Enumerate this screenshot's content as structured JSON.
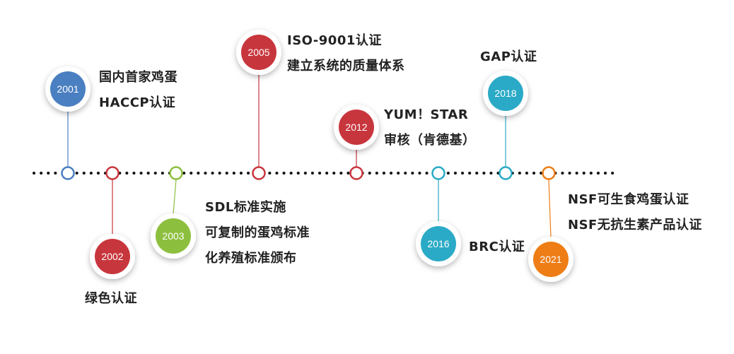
{
  "timeline": {
    "milestones": [
      {
        "year": "2001",
        "color": "#4A7FC1",
        "lines": [
          "国内首家鸡蛋",
          "HACCP认证"
        ]
      },
      {
        "year": "2002",
        "color": "#C8363D",
        "lines": [
          "绿色认证"
        ]
      },
      {
        "year": "2003",
        "color": "#8DBF3E",
        "lines": [
          "SDL标准实施",
          "可复制的蛋鸡标准",
          "化养殖标准颁布"
        ]
      },
      {
        "year": "2005",
        "color": "#C8363D",
        "lines": [
          "ISO-9001认证",
          "建立系统的质量体系"
        ]
      },
      {
        "year": "2012",
        "color": "#C8363D",
        "lines": [
          "YUM！STAR",
          "审核（肯德基）"
        ]
      },
      {
        "year": "2016",
        "color": "#2AAAC6",
        "lines": [
          "BRC认证"
        ]
      },
      {
        "year": "2018",
        "color": "#2AAAC6",
        "lines": [
          "GAP认证"
        ]
      },
      {
        "year": "2021",
        "color": "#EE7D16",
        "lines": [
          "NSF可生食鸡蛋认证",
          "NSF无抗生素产品认证"
        ]
      }
    ]
  }
}
